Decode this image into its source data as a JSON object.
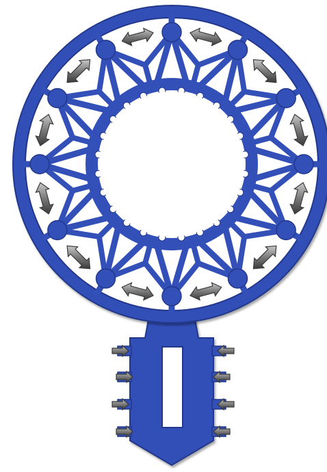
{
  "diagram": {
    "colors": {
      "frame": "#3350b8",
      "frame_dark": "#22378a",
      "frame_light": "#4a68d6",
      "arrow": "#7a7a7a",
      "arrow_dark": "#3a3a3a",
      "background": "#ffffff"
    },
    "outer_nodes": 12,
    "inner_notches": 24,
    "stem_arrow_pairs": 4,
    "icons": {
      "ring_arrows": "double-headed-arrow-icon",
      "stem_arrows": "inward-arrow-icon"
    }
  }
}
